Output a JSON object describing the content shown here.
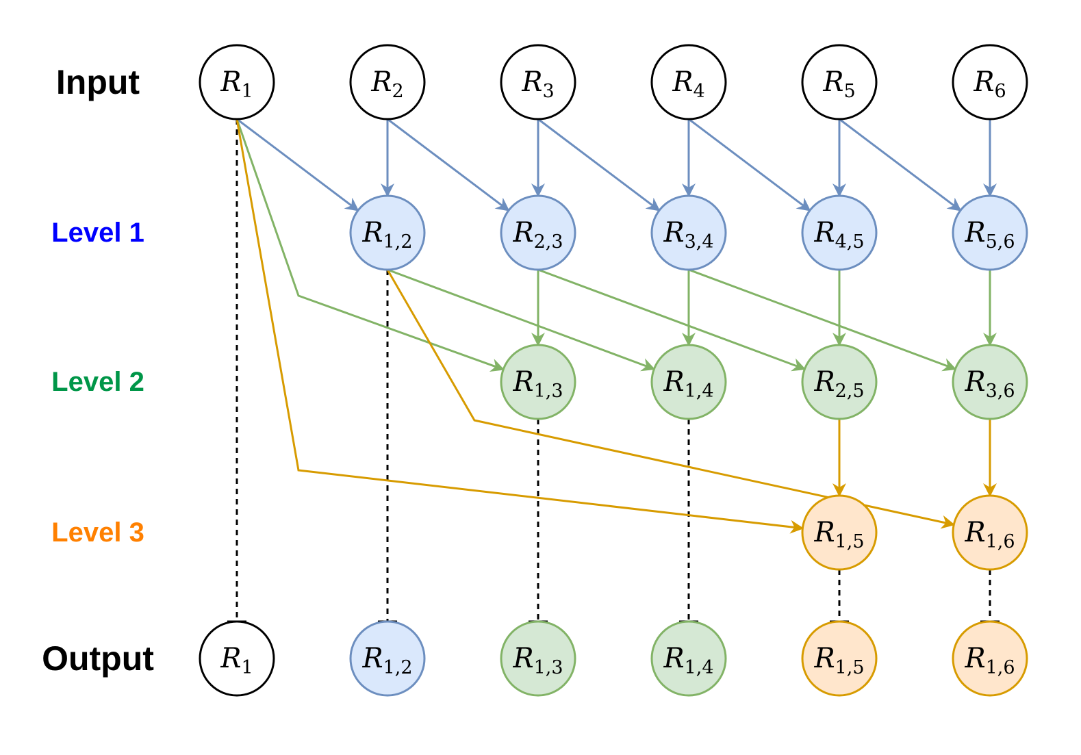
{
  "rows": [
    {
      "id": "input",
      "label": "Input",
      "color": "#000000"
    },
    {
      "id": "level1",
      "label": "Level 1",
      "color": "#0000FF"
    },
    {
      "id": "level2",
      "label": "Level 2",
      "color": "#009648"
    },
    {
      "id": "level3",
      "label": "Level 3",
      "color": "#FF8000"
    },
    {
      "id": "output",
      "label": "Output",
      "color": "#000000"
    }
  ],
  "styles": {
    "input": {
      "fill": "#FFFFFF",
      "stroke": "#000000"
    },
    "level1": {
      "fill": "#DAE8FC",
      "stroke": "#6C8EBF"
    },
    "level2": {
      "fill": "#D5E8D4",
      "stroke": "#82B366"
    },
    "level3": {
      "fill": "#FFE6CC",
      "stroke": "#D79B00"
    }
  },
  "nodes": [
    {
      "id": "in1",
      "row": "input",
      "col": 0,
      "main": "R",
      "sub": "1",
      "style": "input"
    },
    {
      "id": "in2",
      "row": "input",
      "col": 1,
      "main": "R",
      "sub": "2",
      "style": "input"
    },
    {
      "id": "in3",
      "row": "input",
      "col": 2,
      "main": "R",
      "sub": "3",
      "style": "input"
    },
    {
      "id": "in4",
      "row": "input",
      "col": 3,
      "main": "R",
      "sub": "4",
      "style": "input"
    },
    {
      "id": "in5",
      "row": "input",
      "col": 4,
      "main": "R",
      "sub": "5",
      "style": "input"
    },
    {
      "id": "in6",
      "row": "input",
      "col": 5,
      "main": "R",
      "sub": "6",
      "style": "input"
    },
    {
      "id": "l1_12",
      "row": "level1",
      "col": 1,
      "main": "R",
      "sub": "1,2",
      "style": "level1"
    },
    {
      "id": "l1_23",
      "row": "level1",
      "col": 2,
      "main": "R",
      "sub": "2,3",
      "style": "level1"
    },
    {
      "id": "l1_34",
      "row": "level1",
      "col": 3,
      "main": "R",
      "sub": "3,4",
      "style": "level1"
    },
    {
      "id": "l1_45",
      "row": "level1",
      "col": 4,
      "main": "R",
      "sub": "4,5",
      "style": "level1"
    },
    {
      "id": "l1_56",
      "row": "level1",
      "col": 5,
      "main": "R",
      "sub": "5,6",
      "style": "level1"
    },
    {
      "id": "l2_13",
      "row": "level2",
      "col": 2,
      "main": "R",
      "sub": "1,3",
      "style": "level2"
    },
    {
      "id": "l2_14",
      "row": "level2",
      "col": 3,
      "main": "R",
      "sub": "1,4",
      "style": "level2"
    },
    {
      "id": "l2_25",
      "row": "level2",
      "col": 4,
      "main": "R",
      "sub": "2,5",
      "style": "level2"
    },
    {
      "id": "l2_36",
      "row": "level2",
      "col": 5,
      "main": "R",
      "sub": "3,6",
      "style": "level2"
    },
    {
      "id": "l3_15",
      "row": "level3",
      "col": 4,
      "main": "R",
      "sub": "1,5",
      "style": "level3"
    },
    {
      "id": "l3_16",
      "row": "level3",
      "col": 5,
      "main": "R",
      "sub": "1,6",
      "style": "level3"
    },
    {
      "id": "out1",
      "row": "output",
      "col": 0,
      "main": "R",
      "sub": "1",
      "style": "input"
    },
    {
      "id": "out2",
      "row": "output",
      "col": 1,
      "main": "R",
      "sub": "1,2",
      "style": "level1"
    },
    {
      "id": "out3",
      "row": "output",
      "col": 2,
      "main": "R",
      "sub": "1,3",
      "style": "level2"
    },
    {
      "id": "out4",
      "row": "output",
      "col": 3,
      "main": "R",
      "sub": "1,4",
      "style": "level2"
    },
    {
      "id": "out5",
      "row": "output",
      "col": 4,
      "main": "R",
      "sub": "1,5",
      "style": "level3"
    },
    {
      "id": "out6",
      "row": "output",
      "col": 5,
      "main": "R",
      "sub": "1,6",
      "style": "level3"
    }
  ],
  "edges": [
    {
      "from": "in1",
      "to": "l1_12",
      "style": "level1"
    },
    {
      "from": "in2",
      "to": "l1_12",
      "style": "level1"
    },
    {
      "from": "in2",
      "to": "l1_23",
      "style": "level1"
    },
    {
      "from": "in3",
      "to": "l1_23",
      "style": "level1"
    },
    {
      "from": "in3",
      "to": "l1_34",
      "style": "level1"
    },
    {
      "from": "in4",
      "to": "l1_34",
      "style": "level1"
    },
    {
      "from": "in4",
      "to": "l1_45",
      "style": "level1"
    },
    {
      "from": "in5",
      "to": "l1_45",
      "style": "level1"
    },
    {
      "from": "in5",
      "to": "l1_56",
      "style": "level1"
    },
    {
      "from": "in6",
      "to": "l1_56",
      "style": "level1"
    },
    {
      "from": "in1",
      "to": "l2_13",
      "style": "level2",
      "bend": true
    },
    {
      "from": "l1_12",
      "to": "l2_14",
      "style": "level2"
    },
    {
      "from": "l1_23",
      "to": "l2_13",
      "style": "level2"
    },
    {
      "from": "l1_23",
      "to": "l2_25",
      "style": "level2"
    },
    {
      "from": "l1_34",
      "to": "l2_14",
      "style": "level2"
    },
    {
      "from": "l1_34",
      "to": "l2_36",
      "style": "level2"
    },
    {
      "from": "l1_45",
      "to": "l2_25",
      "style": "level2"
    },
    {
      "from": "l1_56",
      "to": "l2_36",
      "style": "level2"
    },
    {
      "from": "in1",
      "to": "l3_15",
      "style": "level3",
      "bend": true
    },
    {
      "from": "l1_12",
      "to": "l3_16",
      "style": "level3",
      "bend": true
    },
    {
      "from": "l2_25",
      "to": "l3_15",
      "style": "level3"
    },
    {
      "from": "l2_36",
      "to": "l3_16",
      "style": "level3"
    }
  ],
  "passthrough": [
    {
      "from": "in1",
      "to": "out1"
    },
    {
      "from": "l1_12",
      "to": "out2"
    },
    {
      "from": "l2_13",
      "to": "out3"
    },
    {
      "from": "l2_14",
      "to": "out4"
    },
    {
      "from": "l3_15",
      "to": "out5"
    },
    {
      "from": "l3_16",
      "to": "out6"
    }
  ]
}
